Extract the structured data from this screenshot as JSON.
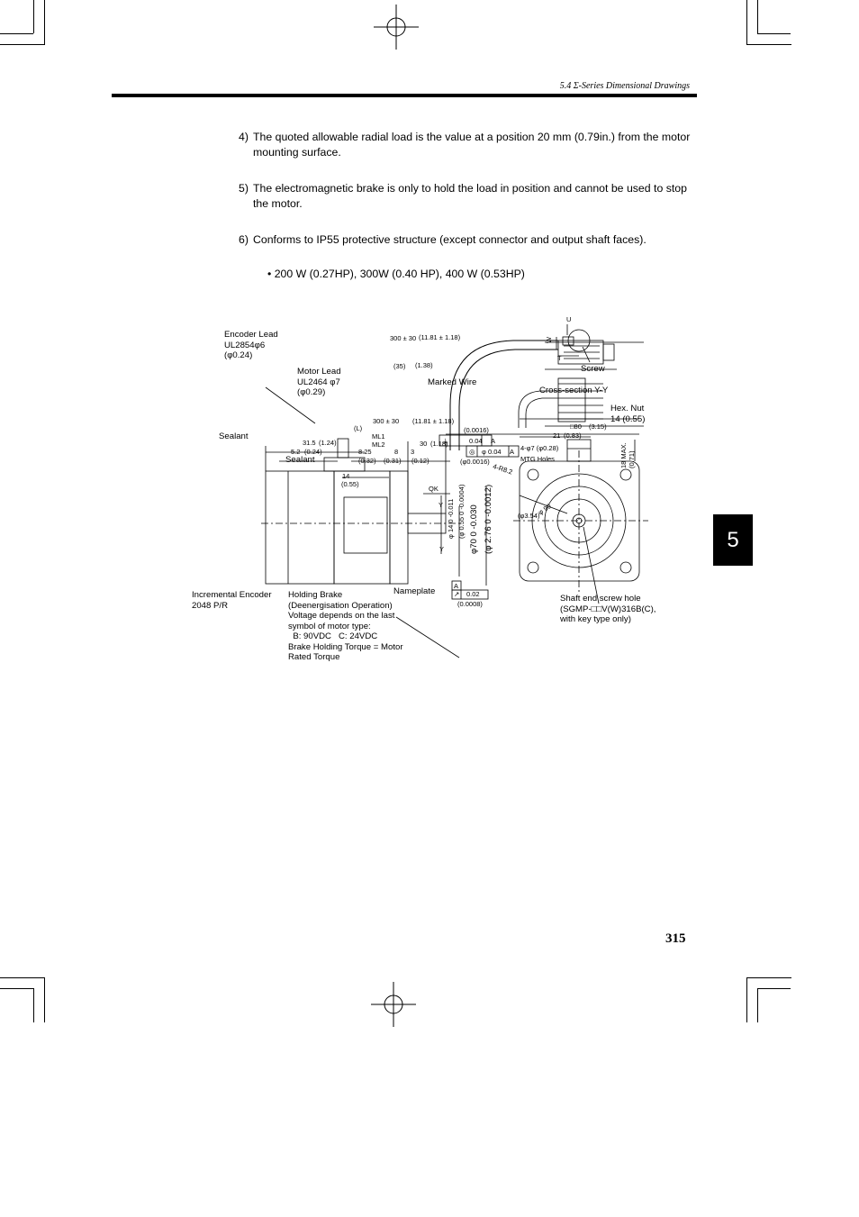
{
  "header": {
    "section_title": "5.4 Σ-Series Dimensional Drawings"
  },
  "notes": [
    {
      "num": "4)",
      "text": "The quoted allowable radial load is the value at a position 20 mm (0.79in.) from the motor mounting surface."
    },
    {
      "num": "5)",
      "text": "The electromagnetic brake is only to hold the load in position and cannot be used to stop the motor."
    },
    {
      "num": "6)",
      "text": "Conforms to IP55 protective structure (except connector and output shaft faces)."
    }
  ],
  "models_line": "• 200 W (0.27HP), 300W (0.40 HP), 400 W (0.53HP)",
  "drawing": {
    "encoder_lead": [
      "Encoder Lead",
      "UL2854φ6",
      "(φ0.24)"
    ],
    "motor_lead": [
      "Motor Lead",
      "UL2464 φ7",
      "(φ0.29)"
    ],
    "marked_wire": "Marked Wire",
    "sealant_1": "Sealant",
    "sealant_2": "Sealant",
    "dim_300_top": "300 ± 30",
    "dim_300_top_in": "(11.81 ± 1.18)",
    "dim_35": "(35)",
    "dim_35_in": "(1.38)",
    "dim_300_bot": "300 ± 30",
    "dim_300_bot_in": "(11.81 ± 1.18)",
    "dim_L": "(L)",
    "ml1": "ML1",
    "ml2": "ML2",
    "dim_31_5": "31.5",
    "dim_31_5_in": "(1.24)",
    "dim_5_2": "5.2",
    "dim_5_2_in": "(0.24)",
    "dim_8_25": "8.25",
    "dim_8_25_in": "(0.32)",
    "dim_8": "8",
    "dim_8_in": "(0.31)",
    "dim_3": "3",
    "dim_3_in": "(0.12)",
    "dim_30": "30",
    "dim_30_in": "(1.18)",
    "dim_14": "14",
    "dim_14_in": "(0.55)",
    "tol_perp_in": "(0.0016)",
    "tol_perp_sym": "⊥",
    "tol_perp_val": "0.04",
    "tol_perp_ref": "A",
    "tol_conc_sym": "◎",
    "tol_conc_val": "φ 0.04",
    "tol_conc_ref": "A",
    "tol_conc_in": "(φ0.0016)",
    "qk": "QK",
    "shaft_y": "Y",
    "shaft_y2": "Y",
    "shaft_dia": "φ 14  0 -0.011",
    "shaft_dia_in": "(φ 0.55  0 -0.0004)",
    "spigot_dia": "φ70  0 -0.030",
    "spigot_dia_in": "(φ 2.76  0 -0.0012)",
    "runout_ref": "A",
    "runout_sym": "↗",
    "runout_val": "0.02",
    "runout_in": "(0.0008)",
    "nameplate": "Nameplate",
    "incremental_encoder": [
      "Incremental Encoder",
      "2048 P/R"
    ],
    "holding_brake": [
      "Holding Brake",
      "(Deenergisation Operation)",
      "Voltage depends on the last",
      "symbol of motor type:",
      "  B: 90VDC   C: 24VDC",
      "Brake Holding Torque = Motor",
      "Rated Torque"
    ],
    "cross_u": "U",
    "cross_w": "W",
    "cross_t": "T",
    "screw": "Screw",
    "cross_section": "Cross-section Y-Y",
    "hex_nut": [
      "Hex. Nut",
      "14 (0.55)"
    ],
    "sq80": "□80",
    "sq80_in": "(3.15)",
    "dim_21": "21",
    "dim_21_in": "(0.83)",
    "max18": "18 MAX.",
    "max18_in": "(0.71)",
    "mtg": "4-φ7   (φ0.28)",
    "mtg_holes": "MTG Holes",
    "r8_2": "4-R8.2",
    "phi90": "φ 90",
    "phi90_in": "(φ3.54)",
    "shaft_end": [
      "Shaft end screw hole",
      "(SGMP-□□V(W)316B(C),",
      "with key type only)"
    ]
  },
  "tab_label": "5",
  "page_number": "315"
}
